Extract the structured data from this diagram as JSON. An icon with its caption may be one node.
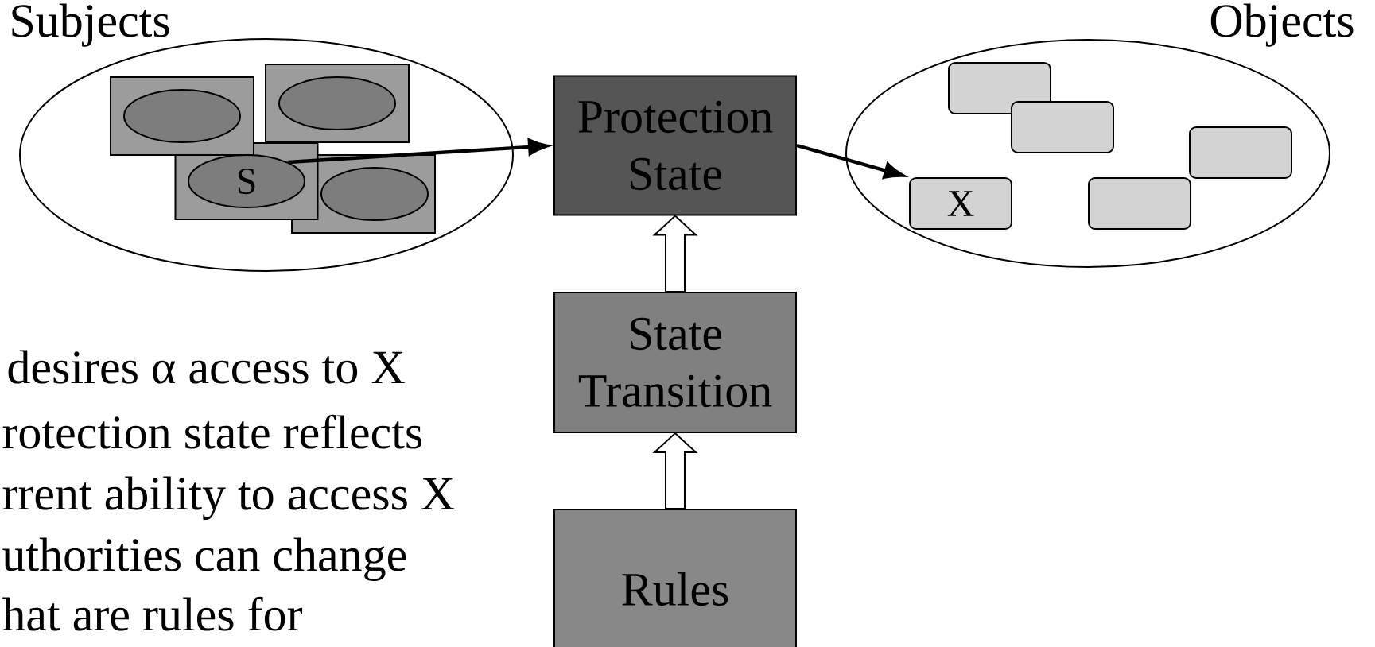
{
  "diagram": {
    "nodes": [
      {
        "text": [
          "Subjects"
        ]
      },
      {
        "text": [],
        "shape": "box",
        "in": 0
      },
      {
        "text": [],
        "shape": "ellipse",
        "in": 1
      },
      {
        "text": [],
        "shape": "box",
        "in": 0
      },
      {
        "text": [],
        "shape": "ellipse",
        "in": 3
      },
      {
        "text": [],
        "shape": "box",
        "in": 0
      },
      {
        "text": [
          "S"
        ],
        "in": 5
      },
      {
        "text": [],
        "shape": "box",
        "in": 0
      },
      {
        "text": [],
        "shape": "ellipse",
        "in": 7
      },
      {
        "text": [
          "Protection State"
        ]
      },
      {
        "text": [
          "Objects"
        ]
      },
      {
        "text": [],
        "shape": "box",
        "in": 10
      },
      {
        "text": [],
        "shape": "box",
        "in": 10
      },
      {
        "text": [],
        "shape": "box",
        "in": 10
      },
      {
        "text": [
          "X"
        ],
        "in": 10
      },
      {
        "text": [],
        "shape": "box",
        "in": 10
      },
      {
        "text": [
          "State Transition"
        ]
      },
      {
        "text": [
          "Rules"
        ]
      }
    ],
    "edges": [
      {
        "from": 6,
        "to": 9,
        "arrow": "to"
      },
      {
        "from": 9,
        "to": 14,
        "arrow": "to"
      },
      {
        "from": 16,
        "to": 9,
        "arrow": "to"
      },
      {
        "from": 17,
        "to": 16,
        "arrow": "to"
      }
    ],
    "labels": [
      "desires α access to X",
      "rotection state reflects",
      "rrent ability to access X",
      "uthorities can change",
      "hat are rules for"
    ]
  }
}
